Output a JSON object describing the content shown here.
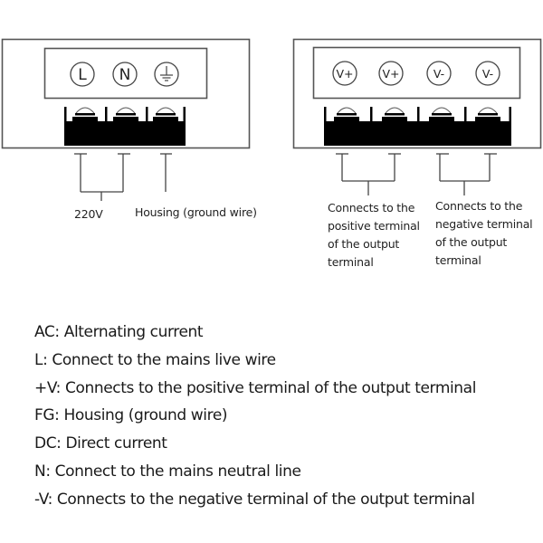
{
  "ac_panel": {
    "terminals": [
      {
        "symbol": "L",
        "icon": "live-terminal-icon"
      },
      {
        "symbol": "N",
        "icon": "neutral-terminal-icon"
      },
      {
        "symbol": "⏚",
        "icon": "ground-terminal-icon"
      }
    ],
    "labels": {
      "input": "220V",
      "ground": "Housing (ground wire)"
    }
  },
  "dc_panel": {
    "terminals": [
      {
        "symbol": "V+",
        "icon": "positive-terminal-icon"
      },
      {
        "symbol": "V+",
        "icon": "positive-terminal-icon"
      },
      {
        "symbol": "V-",
        "icon": "negative-terminal-icon"
      },
      {
        "symbol": "V-",
        "icon": "negative-terminal-icon"
      }
    ],
    "labels": {
      "positive": [
        "Connects to the",
        "positive terminal",
        "of the output",
        "terminal"
      ],
      "negative": [
        "Connects to the",
        "negative terminal",
        "of the output",
        "terminal"
      ]
    }
  },
  "legend": [
    "AC: Alternating current",
    "L: Connect to the mains live wire",
    "+V: Connects to the positive terminal of the output terminal",
    "FG: Housing (ground wire)",
    "DC: Direct current",
    "N: Connect to the mains neutral line",
    "-V: Connects to the negative terminal of the output terminal"
  ],
  "colors": {
    "stroke": "#555555",
    "block": "#000000"
  }
}
